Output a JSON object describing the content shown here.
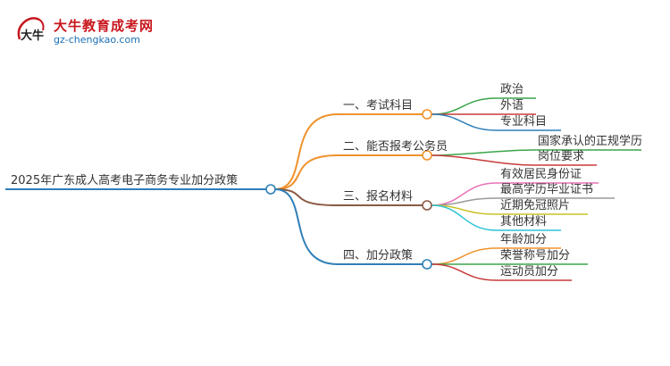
{
  "logo": {
    "mark_text": "大牛",
    "title": "大牛教育成考网",
    "url": "gz-chengkao.com",
    "colors": {
      "red": "#c8161d",
      "blue": "#1a6fb4"
    }
  },
  "mindmap": {
    "root": {
      "label": "2025年广东成人高考电子商务专业加分政策",
      "color": "#2f7fb8"
    },
    "branches": [
      {
        "label": "一、考试科目",
        "color": "#f0922b",
        "children": [
          {
            "label": "政治",
            "color": "#3aa54a"
          },
          {
            "label": "外语",
            "color": "#c83a3a"
          },
          {
            "label": "专业科目",
            "color": "#2f7fb8"
          }
        ]
      },
      {
        "label": "二、能否报考公务员",
        "color": "#f0922b",
        "children": [
          {
            "label": "国家承认的正规学历",
            "color": "#3aa54a"
          },
          {
            "label": "岗位要求",
            "color": "#c83a3a"
          }
        ]
      },
      {
        "label": "三、报名材料",
        "color": "#8a5a44",
        "children": [
          {
            "label": "有效居民身份证",
            "color": "#e872b5"
          },
          {
            "label": "最高学历毕业证书",
            "color": "#9a9a9a"
          },
          {
            "label": "近期免冠照片",
            "color": "#c8c22a"
          },
          {
            "label": "其他材料",
            "color": "#2fc4d8"
          }
        ]
      },
      {
        "label": "四、加分政策",
        "color": "#2f7fb8",
        "children": [
          {
            "label": "年龄加分",
            "color": "#f0922b"
          },
          {
            "label": "荣誉称号加分",
            "color": "#3aa54a"
          },
          {
            "label": "运动员加分",
            "color": "#c83a3a"
          }
        ]
      }
    ]
  }
}
